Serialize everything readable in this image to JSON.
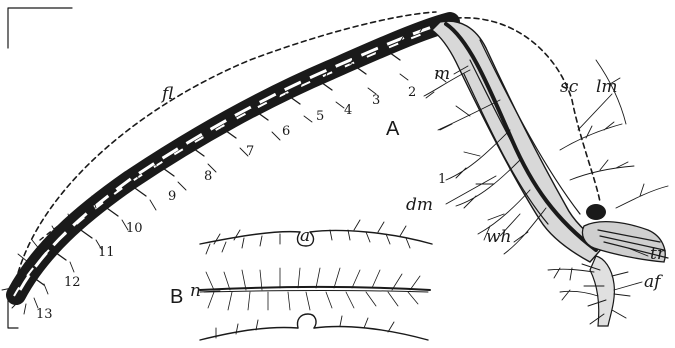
{
  "figure": {
    "panel_labels": {
      "a": "A",
      "b": "B"
    },
    "part_labels": {
      "fl": "fl",
      "lm": "lm",
      "sc": "sc",
      "m": "m",
      "dm": "dm",
      "wh": "wh",
      "tr": "tr",
      "af": "af",
      "a": "a",
      "n": "n"
    },
    "segment_numbers": [
      "1",
      "2",
      "3",
      "4",
      "5",
      "6",
      "7",
      "8",
      "9",
      "10",
      "11",
      "12",
      "13"
    ],
    "colors": {
      "ink": "#1a1a1a",
      "paper": "#ffffff"
    }
  }
}
